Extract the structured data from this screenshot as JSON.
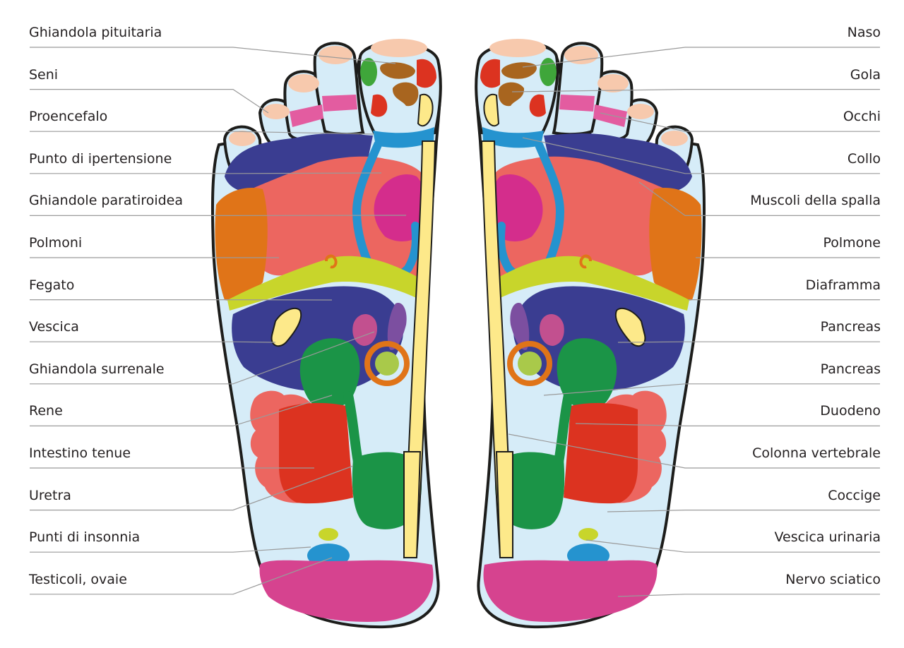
{
  "colors": {
    "skin": "#d6ecf8",
    "outline": "#1d1d1b",
    "toe_tip": "#f7c9ad",
    "pink": "#e35ca0",
    "navy": "#3a3d91",
    "salmon": "#ec6660",
    "orange": "#e07418",
    "magenta": "#d42d8c",
    "blue": "#2593cf",
    "yellow_green": "#c8d52b",
    "yellow": "#fde98a",
    "green": "#1b9447",
    "red": "#dc3320",
    "purple": "#7c4fa0",
    "lime": "#a9c94a",
    "brown": "#a8651f",
    "heel": "#d6438f",
    "leader": "#9a9a9a"
  },
  "left_labels": [
    "Ghiandola pituitaria",
    "Seni",
    "Proencefalo",
    "Punto di ipertensione",
    "Ghiandole paratiroidea",
    "Polmoni",
    "Fegato",
    "Vescica",
    "Ghiandola surrenale",
    "Rene",
    "Intestino tenue",
    "Uretra",
    "Punti di insonnia",
    "Testicoli, ovaie"
  ],
  "right_labels": [
    "Naso",
    "Gola",
    "Occhi",
    "Collo",
    "Muscoli della spalla",
    "Polmone",
    "Diaframma",
    "Pancreas",
    "Pancreas",
    "Duodeno",
    "Colonna vertebrale",
    "Coccige",
    "Vescica urinaria",
    "Nervo sciatico"
  ]
}
